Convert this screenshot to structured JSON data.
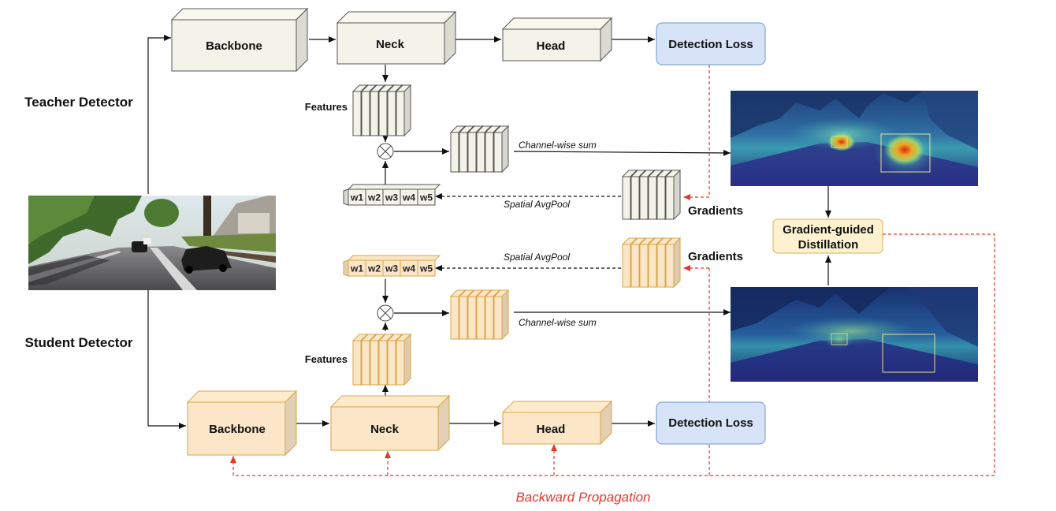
{
  "teacher": {
    "title": "Teacher Detector",
    "backbone": "Backbone",
    "neck": "Neck",
    "head": "Head",
    "loss": "Detection Loss",
    "features": "Features",
    "channel_sum": "Channel-wise sum",
    "avgpool": "Spatial AvgPool",
    "gradients": "Gradients",
    "weights": [
      "w1",
      "w2",
      "w3",
      "w4",
      "w5"
    ]
  },
  "student": {
    "title": "Student Detector",
    "backbone": "Backbone",
    "neck": "Neck",
    "head": "Head",
    "loss": "Detection Loss",
    "features": "Features",
    "channel_sum": "Channel-wise sum",
    "avgpool": "Spatial AvgPool",
    "gradients": "Gradients",
    "weights": [
      "w1",
      "w2",
      "w3",
      "w4",
      "w5"
    ]
  },
  "distill": {
    "line1": "Gradient-guided",
    "line2": "Distillation"
  },
  "backward": "Backward Propagation",
  "colors": {
    "teacher_fill": "#f4f3ea",
    "student_fill": "#fbe6c8",
    "student_stroke": "#d9a64a",
    "loss_fill": "#d7e4f7",
    "loss_stroke": "#6f94cc",
    "distill_fill": "#fdf1cf",
    "distill_stroke": "#d9b357",
    "red": "#e03a2e"
  }
}
